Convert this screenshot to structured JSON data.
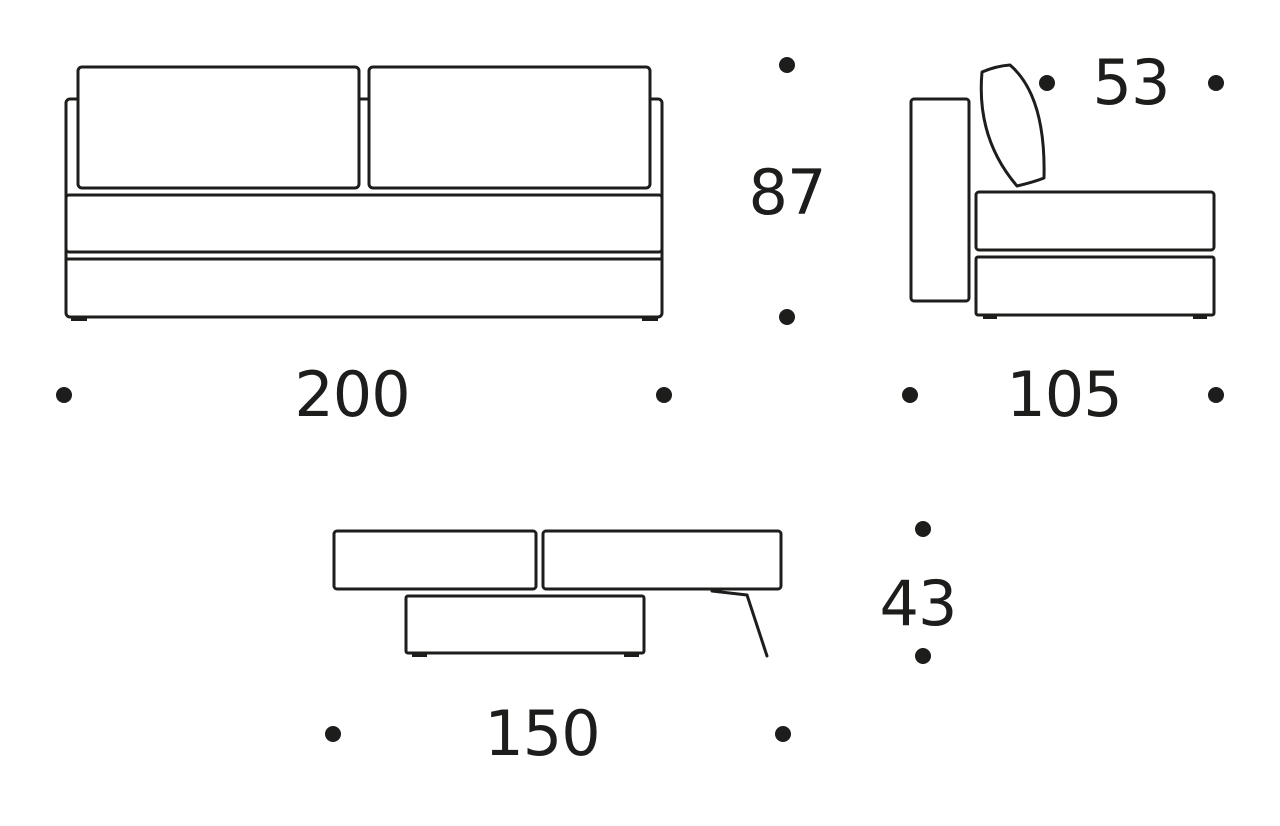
{
  "dimensions": {
    "front_width": "200",
    "front_height": "87",
    "side_backrest": "53",
    "side_depth": "105",
    "bed_width": "150",
    "bed_height": "43"
  },
  "unit": "",
  "colors": {
    "ink": "#1d1d1b",
    "background": "#ffffff"
  }
}
